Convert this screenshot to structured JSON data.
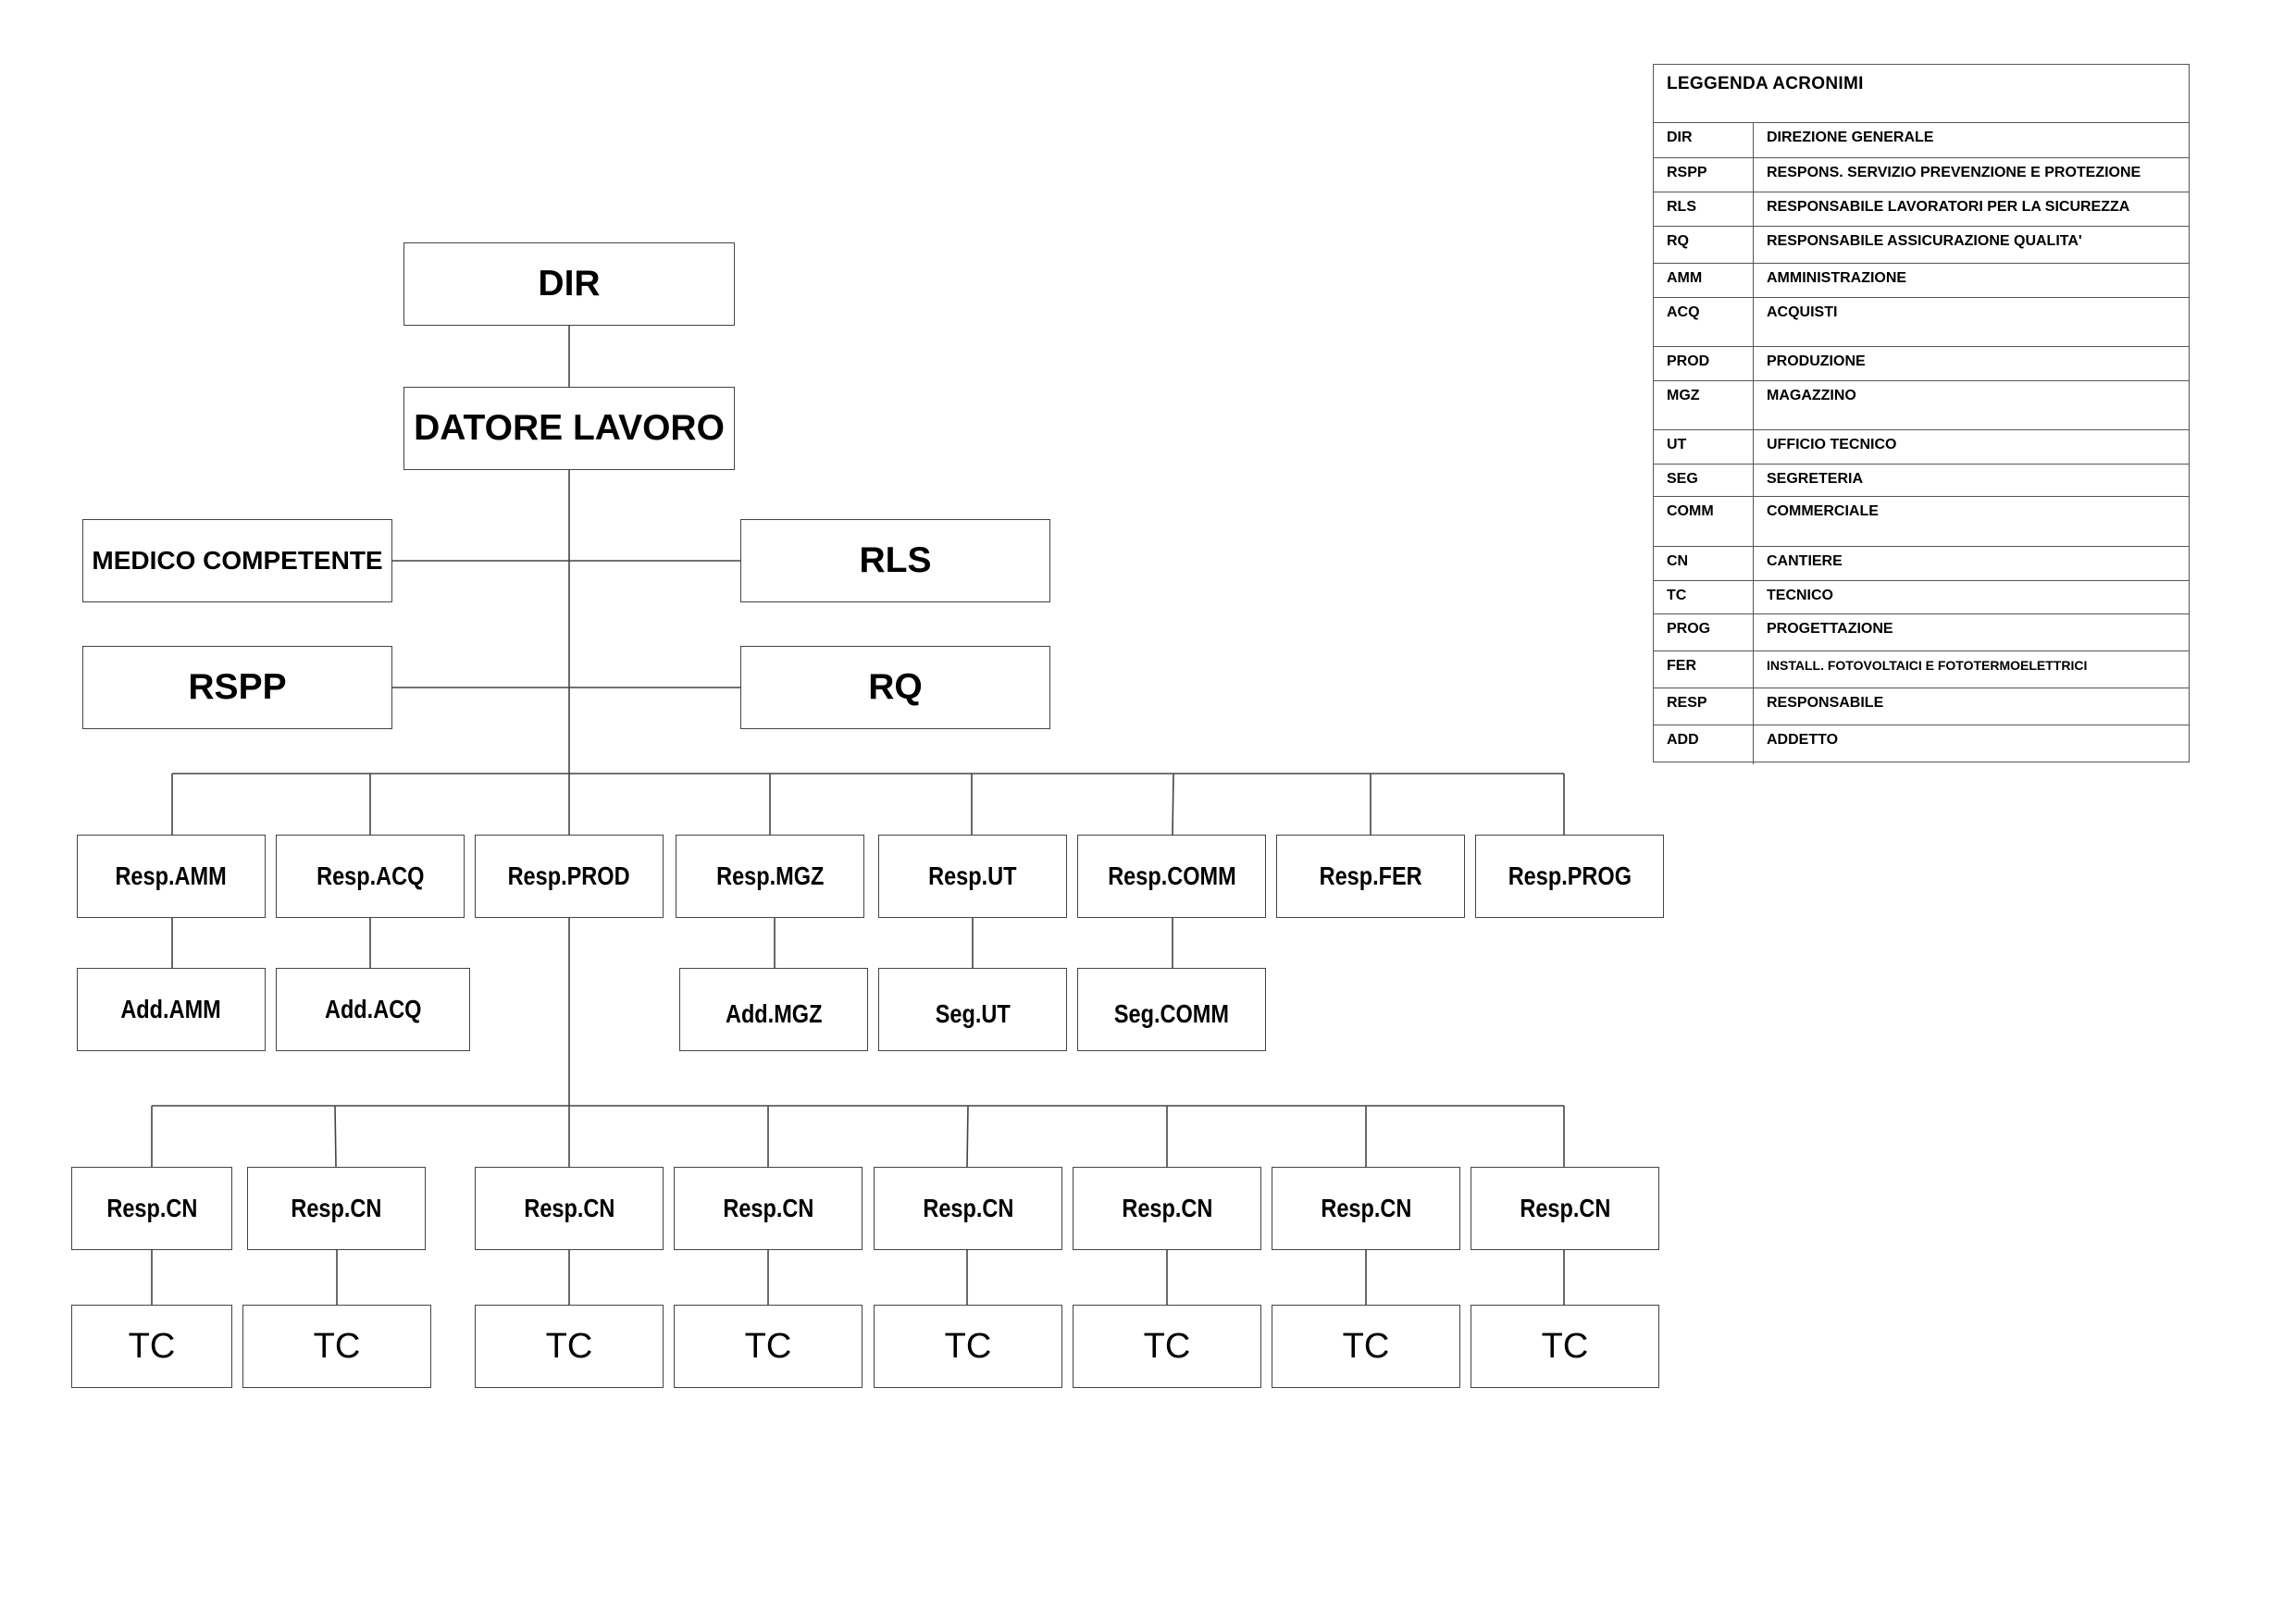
{
  "diagram": {
    "top": {
      "dir": "DIR",
      "datore": "DATORE LAVORO",
      "medico": "MEDICO COMPETENTE",
      "rls": "RLS",
      "rspp": "RSPP",
      "rq": "RQ"
    },
    "responsabili": [
      "Resp.AMM",
      "Resp.ACQ",
      "Resp.PROD",
      "Resp.MGZ",
      "Resp.UT",
      "Resp.COMM",
      "Resp.FER",
      "Resp.PROG"
    ],
    "addetti": [
      "Add.AMM",
      "Add.ACQ",
      "Add.MGZ",
      "Seg.UT",
      "Seg.COMM"
    ],
    "cantieri": [
      "Resp.CN",
      "Resp.CN",
      "Resp.CN",
      "Resp.CN",
      "Resp.CN",
      "Resp.CN",
      "Resp.CN",
      "Resp.CN"
    ],
    "tecnici": [
      "TC",
      "TC",
      "TC",
      "TC",
      "TC",
      "TC",
      "TC",
      "TC"
    ]
  },
  "legend": {
    "title": "LEGGENDA  ACRONIMI",
    "rows": [
      {
        "code": "DIR",
        "desc": "DIREZIONE GENERALE"
      },
      {
        "code": "RSPP",
        "desc": "RESPONS. SERVIZIO PREVENZIONE E PROTEZIONE"
      },
      {
        "code": "RLS",
        "desc": "RESPONSABILE LAVORATORI PER LA SICUREZZA"
      },
      {
        "code": "RQ",
        "desc": "RESPONSABILE ASSICURAZIONE QUALITA'"
      },
      {
        "code": "AMM",
        "desc": "AMMINISTRAZIONE"
      },
      {
        "code": "ACQ",
        "desc": " ACQUISTI"
      },
      {
        "code": "PROD",
        "desc": " PRODUZIONE"
      },
      {
        "code": "MGZ",
        "desc": " MAGAZZINO"
      },
      {
        "code": "UT",
        "desc": " UFFICIO TECNICO"
      },
      {
        "code": "SEG",
        "desc": "SEGRETERIA"
      },
      {
        "code": "COMM",
        "desc": "COMMERCIALE"
      },
      {
        "code": "CN",
        "desc": "CANTIERE"
      },
      {
        "code": "TC",
        "desc": "TECNICO"
      },
      {
        "code": "PROG",
        "desc": "PROGETTAZIONE"
      },
      {
        "code": "FER",
        "desc": "INSTALL. FOTOVOLTAICI E FOTOTERMOELETTRICI"
      },
      {
        "code": "RESP",
        "desc": "RESPONSABILE"
      },
      {
        "code": "ADD",
        "desc": "ADDETTO"
      }
    ]
  }
}
